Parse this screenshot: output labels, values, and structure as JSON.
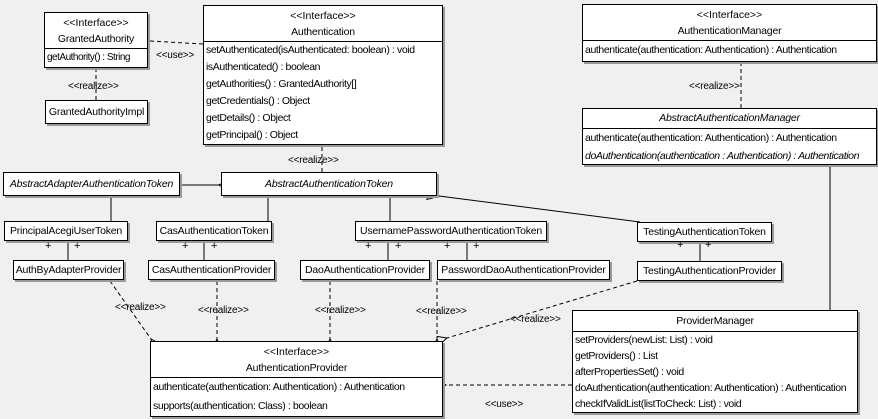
{
  "labels": {
    "realize": "<<realize>>",
    "use": "<<use>>",
    "plus": "+"
  },
  "colors": {
    "background": "#f0f0f0",
    "box_fill": "#ffffff",
    "line": "#000000",
    "shadow": "#9a9a9a"
  },
  "classes": {
    "granted_authority": {
      "stereotype": "<<Interface>>",
      "name": "GrantedAuthority",
      "methods": [
        "getAuthority() : String"
      ]
    },
    "granted_authority_impl": {
      "name": "GrantedAuthorityImpl"
    },
    "authentication": {
      "stereotype": "<<Interface>>",
      "name": "Authentication",
      "methods": [
        "setAuthenticated(isAuthenticated: boolean) : void",
        "isAuthenticated() : boolean",
        "getAuthorities() : GrantedAuthority[]",
        "getCredentials() : Object",
        "getDetails() : Object",
        "getPrincipal() : Object"
      ]
    },
    "authentication_manager": {
      "stereotype": "<<Interface>>",
      "name": "AuthenticationManager",
      "methods": [
        "authenticate(authentication: Authentication) : Authentication"
      ]
    },
    "abstract_authentication_manager": {
      "name": "AbstractAuthenticationManager",
      "methods": [
        "authenticate(authentication: Authentication) : Authentication",
        "doAuthentication(authentication : Authentication) : Authentication"
      ]
    },
    "abstract_adapter_authentication_token": {
      "name": "AbstractAdapterAuthenticationToken"
    },
    "abstract_authentication_token": {
      "name": "AbstractAuthenticationToken"
    },
    "principal_acegi_user_token": {
      "name": "PrincipalAcegiUserToken"
    },
    "cas_authentication_token": {
      "name": "CasAuthenticationToken"
    },
    "username_password_authentication_token": {
      "name": "UsernamePasswordAuthenticationToken"
    },
    "testing_authentication_token": {
      "name": "TestingAuthenticationToken"
    },
    "auth_by_adapter_provider": {
      "name": "AuthByAdapterProvider"
    },
    "cas_authentication_provider": {
      "name": "CasAuthenticationProvider"
    },
    "dao_authentication_provider": {
      "name": "DaoAuthenticationProvider"
    },
    "password_dao_authentication_provider": {
      "name": "PasswordDaoAuthenticationProvider"
    },
    "testing_authentication_provider": {
      "name": "TestingAuthenticationProvider"
    },
    "authentication_provider": {
      "stereotype": "<<Interface>>",
      "name": "AuthenticationProvider",
      "methods": [
        "authenticate(authentication: Authentication) : Authentication",
        "supports(authentication: Class) : boolean"
      ]
    },
    "provider_manager": {
      "name": "ProviderManager",
      "methods": [
        "setProviders(newList: List) : void",
        "getProviders() : List",
        "afterPropertiesSet() : void",
        "doAuthentication(authentication: Authentication) : Authentication",
        "checkIfValidList(listToCheck: List) : void"
      ]
    }
  }
}
